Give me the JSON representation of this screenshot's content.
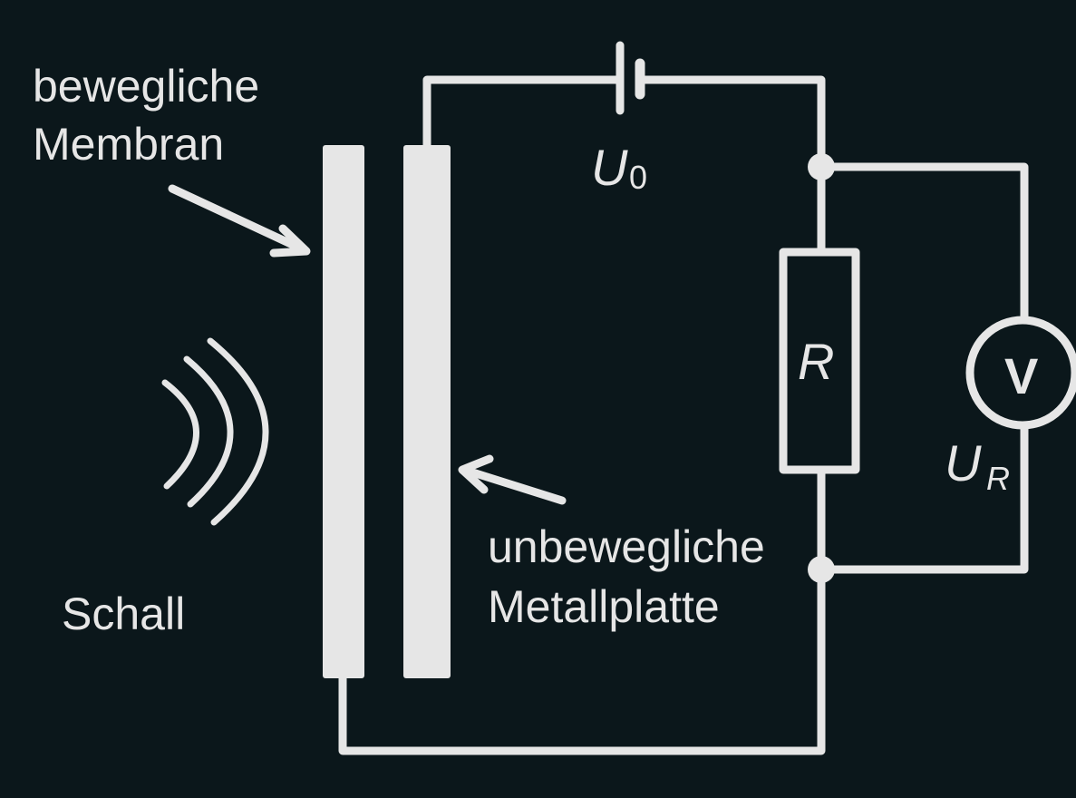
{
  "colors": {
    "background": "#0b171b",
    "foreground": "#e6e6e6"
  },
  "labels": {
    "membrane_line1": "bewegliche",
    "membrane_line2": "Membran",
    "plate_line1": "unbewegliche",
    "plate_line2": "Metallplatte",
    "sound": "Schall",
    "source_voltage_symbol": "U",
    "source_voltage_subscript": "0",
    "resistor_symbol": "R",
    "voltmeter_symbol": "V",
    "measured_voltage_symbol": "U",
    "measured_voltage_subscript": "R"
  },
  "icons": {
    "sound_waves": "sound-waves-icon",
    "battery": "battery-icon",
    "resistor": "resistor-icon",
    "voltmeter": "voltmeter-icon"
  }
}
